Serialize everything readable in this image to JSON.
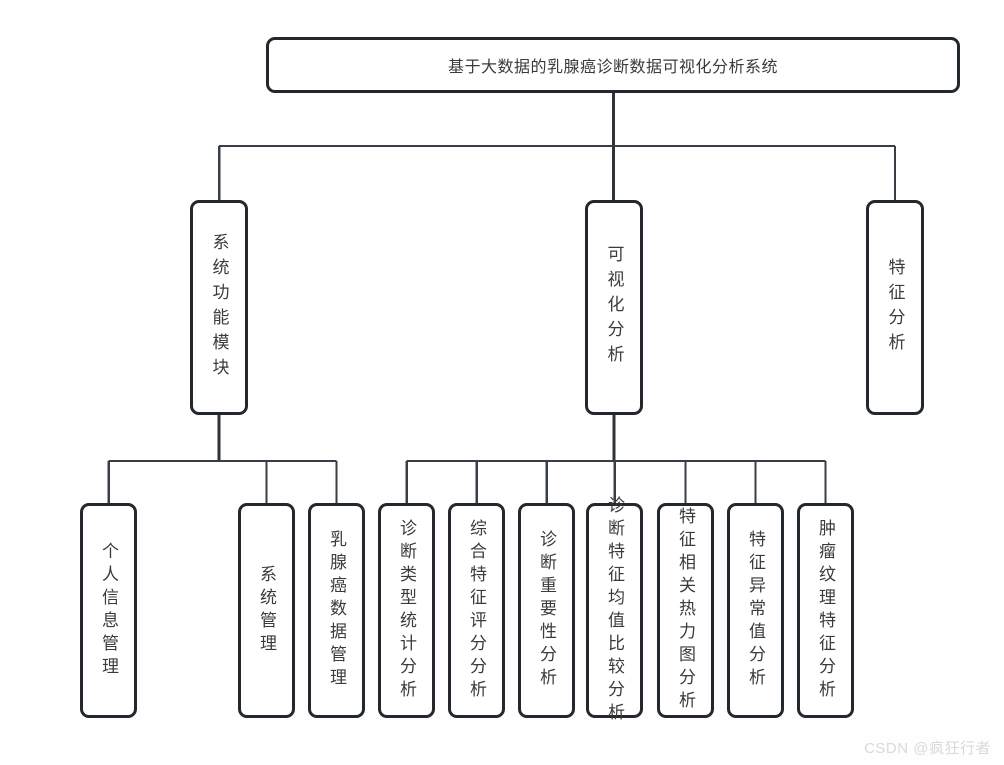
{
  "diagram": {
    "root": "基于大数据的乳腺癌诊断数据可视化分析系统",
    "branches": [
      {
        "label": "系统功能模块",
        "children": [
          "个人信息管理",
          "系统管理",
          "乳腺癌数据管理"
        ]
      },
      {
        "label": "可视化分析",
        "children": [
          "诊断类型统计分析",
          "综合特征评分分析",
          "诊断重要性分析",
          "诊断特征均值比较分析",
          "特征相关热力图分析",
          "特征异常值分析",
          "肿瘤纹理特征分析"
        ]
      },
      {
        "label": "特征分析",
        "children": []
      }
    ]
  },
  "watermark": "CSDN @疯狂行者",
  "colors": {
    "node_border": "#23272e",
    "connector": "#383e45",
    "text": "#3b3b3b",
    "watermark": "#d9d9d9",
    "background": "#fefefe"
  }
}
